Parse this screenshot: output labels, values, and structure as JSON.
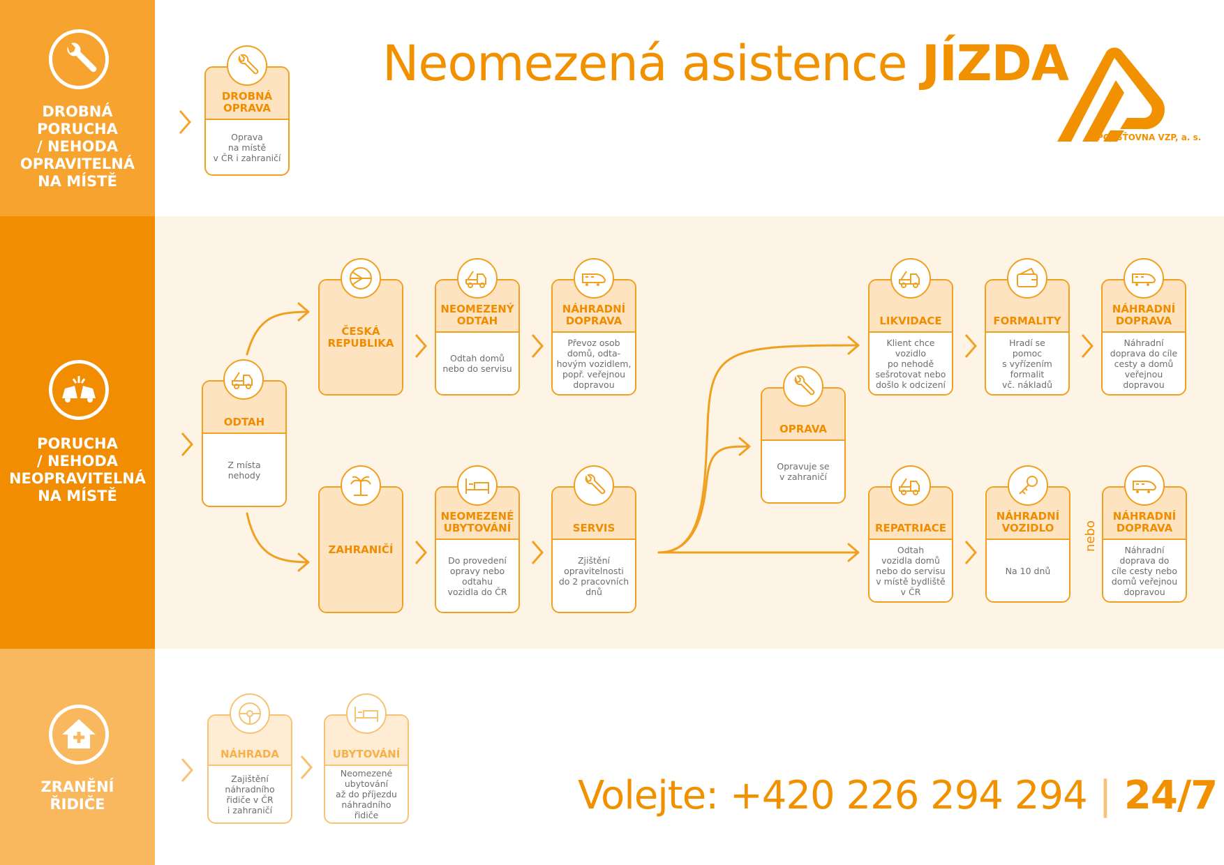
{
  "title": {
    "main": "Neomezená asistence ",
    "bold": "JÍZDA"
  },
  "logo": {
    "text": "POJIŠŤOVNA VZP, a. s."
  },
  "sections": {
    "minor": {
      "label": "DROBNÁ\nPORUCHA\n/ NEHODA\nOPRAVITELNÁ\nNA MÍSTĚ",
      "icon": "wrench-icon"
    },
    "major": {
      "label": "PORUCHA\n/ NEHODA\nNEOPRAVITELNÁ\nNA MÍSTĚ",
      "icon": "car-crash-icon"
    },
    "injury": {
      "label": "ZRANĚNÍ\nŘIDIČE",
      "icon": "medical-house-icon"
    }
  },
  "cards": {
    "drobna_oprava": {
      "title": "DROBNÁ\nOPRAVA",
      "text": "Oprava\nna místě\nv ČR i zahraničí",
      "icon": "wrench-icon"
    },
    "odtah": {
      "title": "ODTAH",
      "text": "Z místa\nnehody",
      "icon": "tow-truck-icon"
    },
    "ceska_republika": {
      "title": "ČESKÁ\nREPUBLIKA",
      "icon": "czech-flag-icon"
    },
    "zahranici": {
      "title": "ZAHRANIČÍ",
      "icon": "palm-tree-icon"
    },
    "neomezeny_odtah": {
      "title": "NEOMEZENÝ\nODTAH",
      "text": "Odtah domů\nnebo do servisu",
      "icon": "tow-truck-icon"
    },
    "nahradni_doprava_cz": {
      "title": "NÁHRADNÍ\nDOPRAVA",
      "text": "Převoz osob\ndomů, odta-\nhovým vozidlem,\npopř.  veřejnou\ndopravou",
      "icon": "train-icon"
    },
    "neomezene_ubytovani": {
      "title": "NEOMEZENÉ\nUBYTOVÁNÍ",
      "text": "Do provedení\nopravy nebo\nodtahu\nvozidla do ČR",
      "icon": "bed-icon"
    },
    "servis": {
      "title": "SERVIS",
      "text": "Zjištění\nopravitelnosti\ndo 2 pracovních\ndnů",
      "icon": "wrench-icon"
    },
    "oprava": {
      "title": "OPRAVA",
      "text": "Opravuje se\nv zahraničí",
      "icon": "wrench-icon"
    },
    "likvidace": {
      "title": "LIKVIDACE",
      "text": "Klient chce\nvozidlo\npo nehodě\nsešrotovat nebo\ndošlo k odcizení",
      "icon": "tow-truck-icon"
    },
    "formality": {
      "title": "FORMALITY",
      "text": "Hradí se\npomoc\ns vyřízením\nformalit\nvč. nákladů",
      "icon": "wallet-icon"
    },
    "nahradni_doprava_1": {
      "title": "NÁHRADNÍ\nDOPRAVA",
      "text": "Náhradní\ndoprava do cíle\ncesty a domů\nveřejnou\ndopravou",
      "icon": "train-icon"
    },
    "repatriace": {
      "title": "REPATRIACE",
      "text": "Odtah\nvozidla domů\nnebo do servisu\nv místě bydliště\nv ČR",
      "icon": "tow-truck-icon"
    },
    "nahradni_vozidlo": {
      "title": "NÁHRADNÍ\nVOZIDLO",
      "text": "Na 10 dnů",
      "icon": "car-key-icon"
    },
    "nahradni_doprava_2": {
      "title": "NÁHRADNÍ\nDOPRAVA",
      "text": "Náhradní\ndoprava do\ncíle cesty nebo\ndomů veřejnou\ndopravou",
      "icon": "train-icon"
    },
    "nahrada": {
      "title": "NÁHRADA",
      "text": "Zajištění\nnáhradního\nřidiče v ČR\ni zahraničí",
      "icon": "steering-wheel-icon"
    },
    "ubytovani": {
      "title": "UBYTOVÁNÍ",
      "text": "Neomezené\nubytování\naž do příjezdu\nnáhradního\nřidiče",
      "icon": "bed-icon"
    }
  },
  "nebo": "nebo",
  "contact": {
    "prefix": "Volejte: +420 226 294 294 ",
    "separator": "|",
    "hours": " 24/7"
  },
  "colors": {
    "orange": "#f29100",
    "section1": "#f7a330",
    "section2": "#f28c00",
    "section3": "#f9b75e",
    "band2_bg": "#fef4e6"
  }
}
